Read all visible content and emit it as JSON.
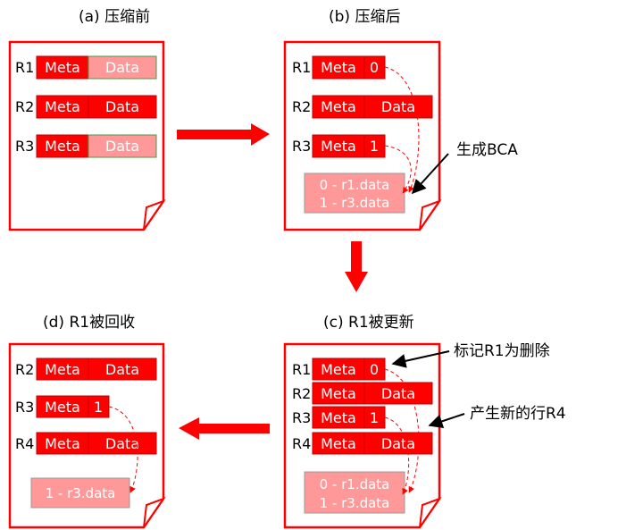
{
  "titles": {
    "a": "(a) 压缩前",
    "b": "(b) 压缩后",
    "c": "(c) R1被更新",
    "d": "(d) R1被回收"
  },
  "rows": {
    "r1": "R1",
    "r2": "R2",
    "r3": "R3",
    "r4": "R4"
  },
  "cells": {
    "meta": "Meta",
    "data": "Data",
    "ref0": "0",
    "ref1": "1"
  },
  "storage": {
    "line1": "0 - r1.data",
    "line2": "1 - r3.data"
  },
  "annotations": {
    "bca": "生成BCA",
    "mark_deleted": "标记R1为删除",
    "new_row": "产生新的行R4"
  },
  "colors": {
    "red": "#ff0000",
    "pink": "#ff9999",
    "border_dark": "#c00000",
    "storage_border": "#999999"
  }
}
